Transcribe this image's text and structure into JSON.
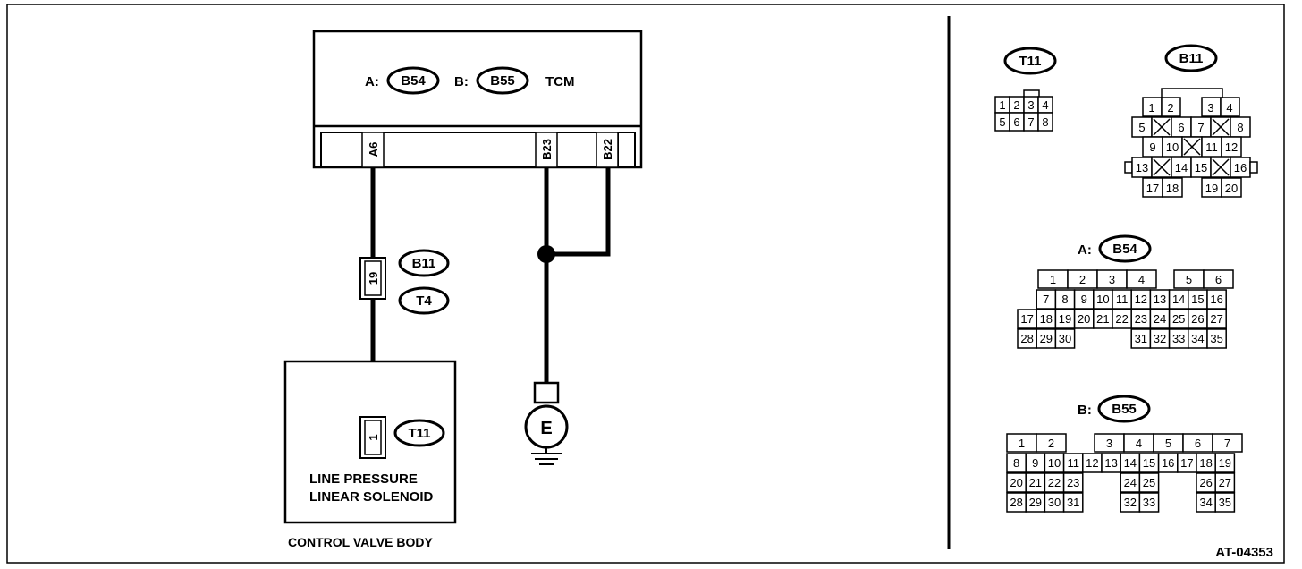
{
  "tcm": {
    "label": "TCM",
    "conn_a_prefix": "A:",
    "conn_a": "B54",
    "conn_b_prefix": "B:",
    "conn_b": "B55",
    "pins": [
      "A6",
      "B23",
      "B22"
    ]
  },
  "intermediate_connector": {
    "pin": "19",
    "tags": [
      "B11",
      "T4"
    ]
  },
  "solenoid": {
    "pin": "1",
    "connector": "T11",
    "label_line1": "LINE PRESSURE",
    "label_line2": "LINEAR SOLENOID"
  },
  "control_valve_label": "CONTROL VALVE BODY",
  "ground_label": "E",
  "figure_id": "AT-04353",
  "connectors": {
    "t11": {
      "tag": "T11",
      "rows": [
        [
          "1",
          "2",
          "3",
          "4"
        ],
        [
          "5",
          "6",
          "7",
          "8"
        ]
      ]
    },
    "b11": {
      "tag": "B11",
      "rows": [
        [
          "1",
          "2",
          "",
          "3",
          "4"
        ],
        [
          "5",
          "X",
          "6",
          "7",
          "X",
          "8"
        ],
        [
          "9",
          "10",
          "X",
          "11",
          "12"
        ],
        [
          "13",
          "X",
          "14",
          "15",
          "X",
          "16"
        ],
        [
          "17",
          "18",
          "",
          "19",
          "20"
        ]
      ]
    },
    "b54": {
      "prefix": "A:",
      "tag": "B54",
      "rows": [
        [
          "",
          "1",
          "2",
          "3",
          "4",
          "",
          "5",
          "6"
        ],
        [
          "",
          "7",
          "8",
          "9",
          "10",
          "11",
          "12",
          "13",
          "14",
          "15",
          "16"
        ],
        [
          "17",
          "18",
          "19",
          "20",
          "21",
          "22",
          "23",
          "24",
          "25",
          "26",
          "27"
        ],
        [
          "28",
          "29",
          "30",
          "",
          "",
          "",
          "31",
          "32",
          "33",
          "34",
          "35"
        ]
      ]
    },
    "b55": {
      "prefix": "B:",
      "tag": "B55",
      "rows": [
        [
          "1",
          "2",
          "",
          "3",
          "4",
          "5",
          "6",
          "7"
        ],
        [
          "8",
          "9",
          "10",
          "11",
          "12",
          "13",
          "14",
          "15",
          "16",
          "17",
          "18",
          "19"
        ],
        [
          "20",
          "21",
          "22",
          "23",
          "",
          "",
          "24",
          "25",
          "",
          "",
          "26",
          "27"
        ],
        [
          "28",
          "29",
          "30",
          "31",
          "",
          "",
          "32",
          "33",
          "",
          "",
          "34",
          "35"
        ]
      ]
    }
  }
}
